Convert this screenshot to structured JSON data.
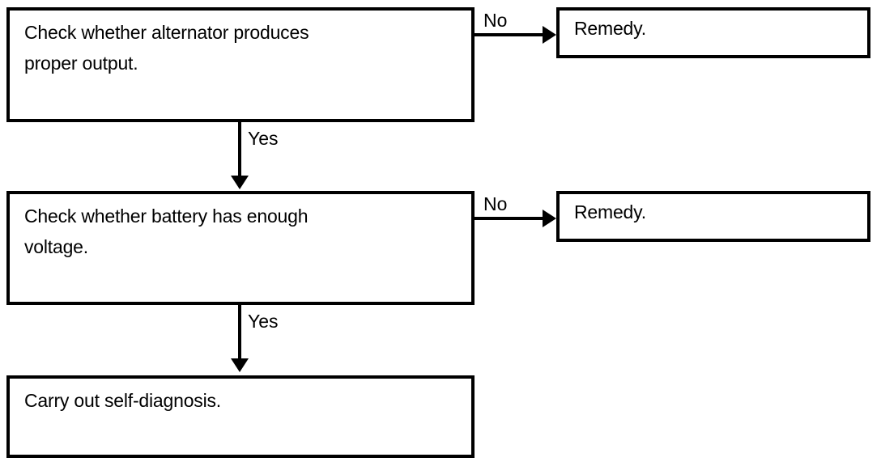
{
  "diagram": {
    "type": "flowchart",
    "title": "",
    "orientation": "top-to-bottom",
    "colors": {
      "stroke": "#000000",
      "fill": "#ffffff",
      "text": "#000000"
    },
    "nodes": [
      {
        "id": "check-alternator",
        "label": "Check whether alternator produces\nproper output.",
        "shape": "rectangle"
      },
      {
        "id": "remedy-alternator",
        "label": "Remedy.",
        "shape": "rectangle"
      },
      {
        "id": "check-battery",
        "label": "Check whether battery has enough\nvoltage.",
        "shape": "rectangle"
      },
      {
        "id": "remedy-battery",
        "label": "Remedy.",
        "shape": "rectangle"
      },
      {
        "id": "self-diagnosis",
        "label": "Carry out self-diagnosis.",
        "shape": "rectangle"
      }
    ],
    "edges": [
      {
        "id": "alternator-no",
        "from": "check-alternator",
        "to": "remedy-alternator",
        "label": "No",
        "direction": "right"
      },
      {
        "id": "alternator-yes",
        "from": "check-alternator",
        "to": "check-battery",
        "label": "Yes",
        "direction": "down"
      },
      {
        "id": "battery-no",
        "from": "check-battery",
        "to": "remedy-battery",
        "label": "No",
        "direction": "right"
      },
      {
        "id": "battery-yes",
        "from": "check-battery",
        "to": "self-diagnosis",
        "label": "Yes",
        "direction": "down"
      }
    ]
  }
}
